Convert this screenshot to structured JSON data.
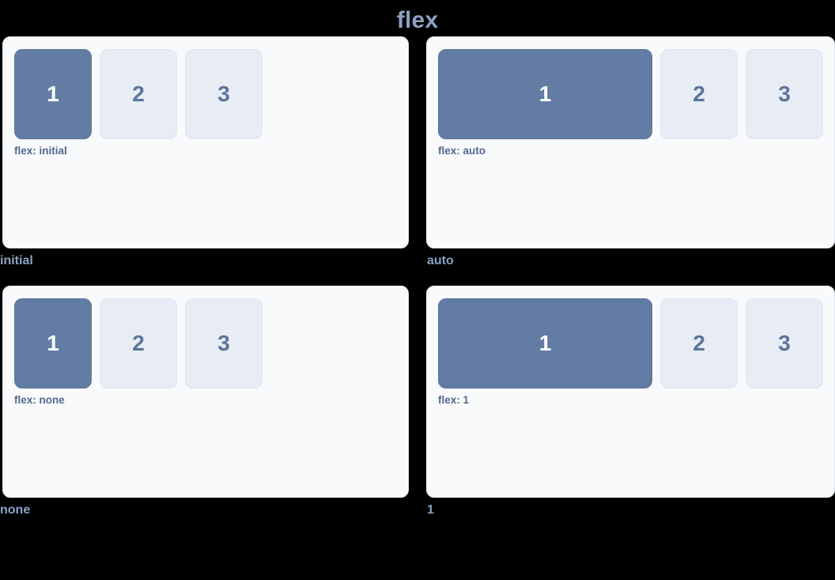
{
  "page": {
    "title": "flex",
    "background_color": "#000000",
    "title_color": "#8ba2c3"
  },
  "colors": {
    "panel_bg": "#f9fafc",
    "panel_border": "#e4e9f2",
    "primary_box_bg": "#627ca4",
    "primary_box_text": "#ffffff",
    "muted_box_bg": "#e7ecf5",
    "muted_box_text": "#5c759b",
    "code_label_text": "#51688c",
    "caption_text": "#8ba2c3"
  },
  "demos": [
    {
      "caption": "initial",
      "code_label": "flex: initial",
      "boxes": [
        {
          "label": "1",
          "style": "primary",
          "flex": "initial"
        },
        {
          "label": "2",
          "style": "muted",
          "flex": "none"
        },
        {
          "label": "3",
          "style": "muted",
          "flex": "none"
        }
      ]
    },
    {
      "caption": "auto",
      "code_label": "flex: auto",
      "boxes": [
        {
          "label": "1",
          "style": "primary",
          "flex": "auto"
        },
        {
          "label": "2",
          "style": "muted",
          "flex": "none"
        },
        {
          "label": "3",
          "style": "muted",
          "flex": "none"
        }
      ]
    },
    {
      "caption": "none",
      "code_label": "flex: none",
      "boxes": [
        {
          "label": "1",
          "style": "primary",
          "flex": "none"
        },
        {
          "label": "2",
          "style": "muted",
          "flex": "none"
        },
        {
          "label": "3",
          "style": "muted",
          "flex": "none"
        }
      ]
    },
    {
      "caption": "1",
      "code_label": "flex: 1",
      "boxes": [
        {
          "label": "1",
          "style": "primary",
          "flex": "1"
        },
        {
          "label": "2",
          "style": "muted",
          "flex": "none"
        },
        {
          "label": "3",
          "style": "muted",
          "flex": "none"
        }
      ]
    }
  ]
}
